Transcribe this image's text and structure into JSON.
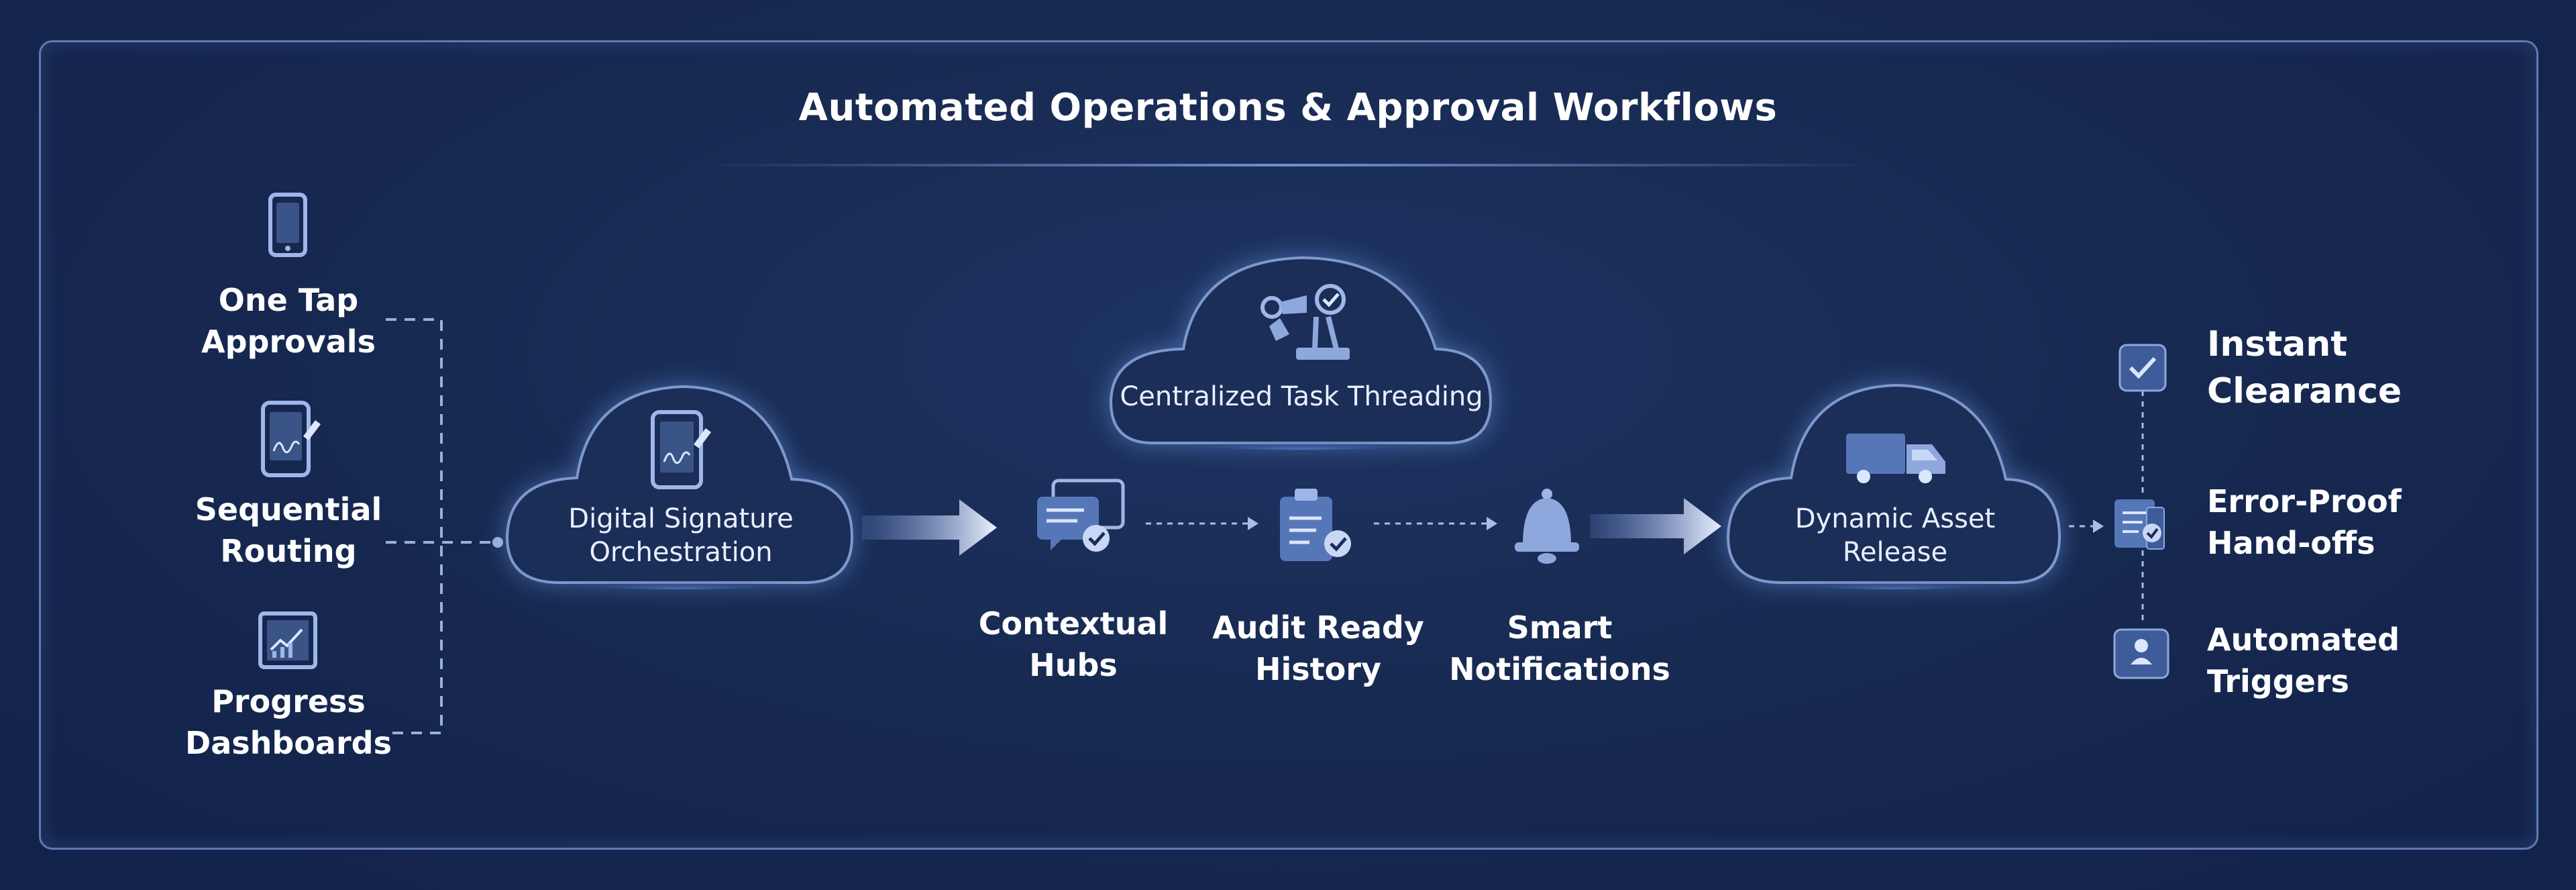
{
  "title": "Automated Operations & Approval Workflows",
  "left_items": [
    {
      "line1": "One Tap",
      "line2": "Approvals",
      "icon": "smartphone-icon"
    },
    {
      "line1": "Sequential",
      "line2": "Routing",
      "icon": "signature-tablet-icon"
    },
    {
      "line1": "Progress",
      "line2": "Dashboards",
      "icon": "dashboard-chart-icon"
    }
  ],
  "clouds": {
    "digital_signature": {
      "line1": "Digital Signature",
      "line2": "Orchestration",
      "icon": "signature-tablet-icon"
    },
    "task_threading": {
      "label": "Centralized Task Threading",
      "icon": "robot-arm-icon"
    },
    "asset_release": {
      "line1": "Dynamic Asset",
      "line2": "Release",
      "icon": "delivery-truck-icon"
    }
  },
  "middle_items": [
    {
      "line1": "Contextual",
      "line2": "Hubs",
      "icon": "chat-check-icon"
    },
    {
      "line1": "Audit Ready",
      "line2": "History",
      "icon": "clipboard-check-icon"
    },
    {
      "line1": "Smart",
      "line2": "Notifications",
      "icon": "bell-icon"
    }
  ],
  "right_items": [
    {
      "line1": "Instant",
      "line2": "Clearance",
      "icon": "checkbox-icon"
    },
    {
      "line1": "Error-Proof",
      "line2": "Hand-offs",
      "icon": "document-check-icon"
    },
    {
      "line1": "Automated",
      "line2": "Triggers",
      "icon": "user-badge-icon"
    }
  ],
  "colors": {
    "background": "#172a52",
    "frame": "#5f7ab3",
    "accent": "#9fb6e8",
    "arrow": "#dbe6ff"
  }
}
